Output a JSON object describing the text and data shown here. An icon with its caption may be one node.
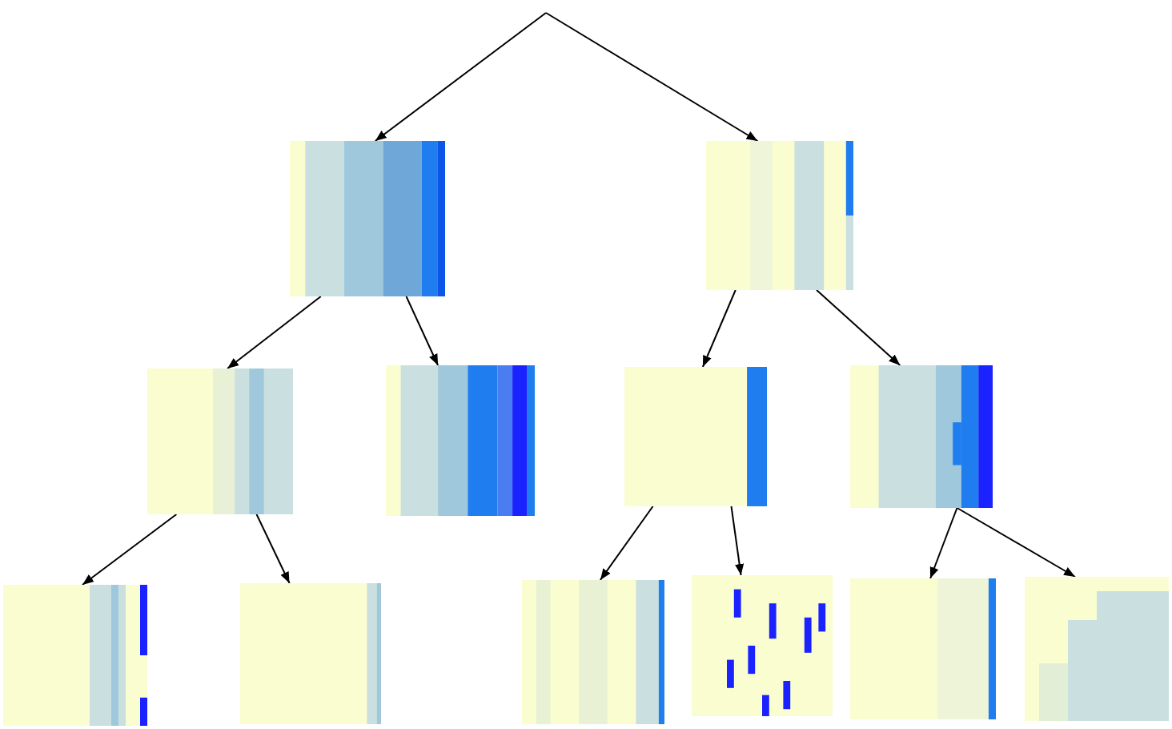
{
  "diagram": {
    "nodes": [
      {
        "text": [],
        "shape": "picture"
      },
      {
        "text": [],
        "shape": "picture"
      },
      {
        "text": [],
        "shape": "picture"
      },
      {
        "text": [],
        "shape": "picture"
      },
      {
        "text": [],
        "shape": "picture"
      },
      {
        "text": [],
        "shape": "picture"
      },
      {
        "text": [],
        "shape": "picture"
      },
      {
        "text": [],
        "shape": "picture"
      },
      {
        "text": [],
        "shape": "picture"
      },
      {
        "text": [],
        "shape": "picture"
      },
      {
        "text": [],
        "shape": "picture"
      },
      {
        "text": [],
        "shape": "picture"
      }
    ],
    "edges": [
      {
        "from": null,
        "to": 0,
        "arrow": "to"
      },
      {
        "from": null,
        "to": 1,
        "arrow": "to"
      },
      {
        "from": 0,
        "to": 2,
        "arrow": "to"
      },
      {
        "from": 0,
        "to": 3,
        "arrow": "to"
      },
      {
        "from": 1,
        "to": 4,
        "arrow": "to"
      },
      {
        "from": 1,
        "to": 5,
        "arrow": "to"
      },
      {
        "from": 2,
        "to": 6,
        "arrow": "to"
      },
      {
        "from": 2,
        "to": 7,
        "arrow": "to"
      },
      {
        "from": 4,
        "to": 8,
        "arrow": "to"
      },
      {
        "from": 4,
        "to": 9,
        "arrow": "to"
      },
      {
        "from": 5,
        "to": 10,
        "arrow": "to"
      },
      {
        "from": 5,
        "to": 11,
        "arrow": "to"
      }
    ]
  }
}
